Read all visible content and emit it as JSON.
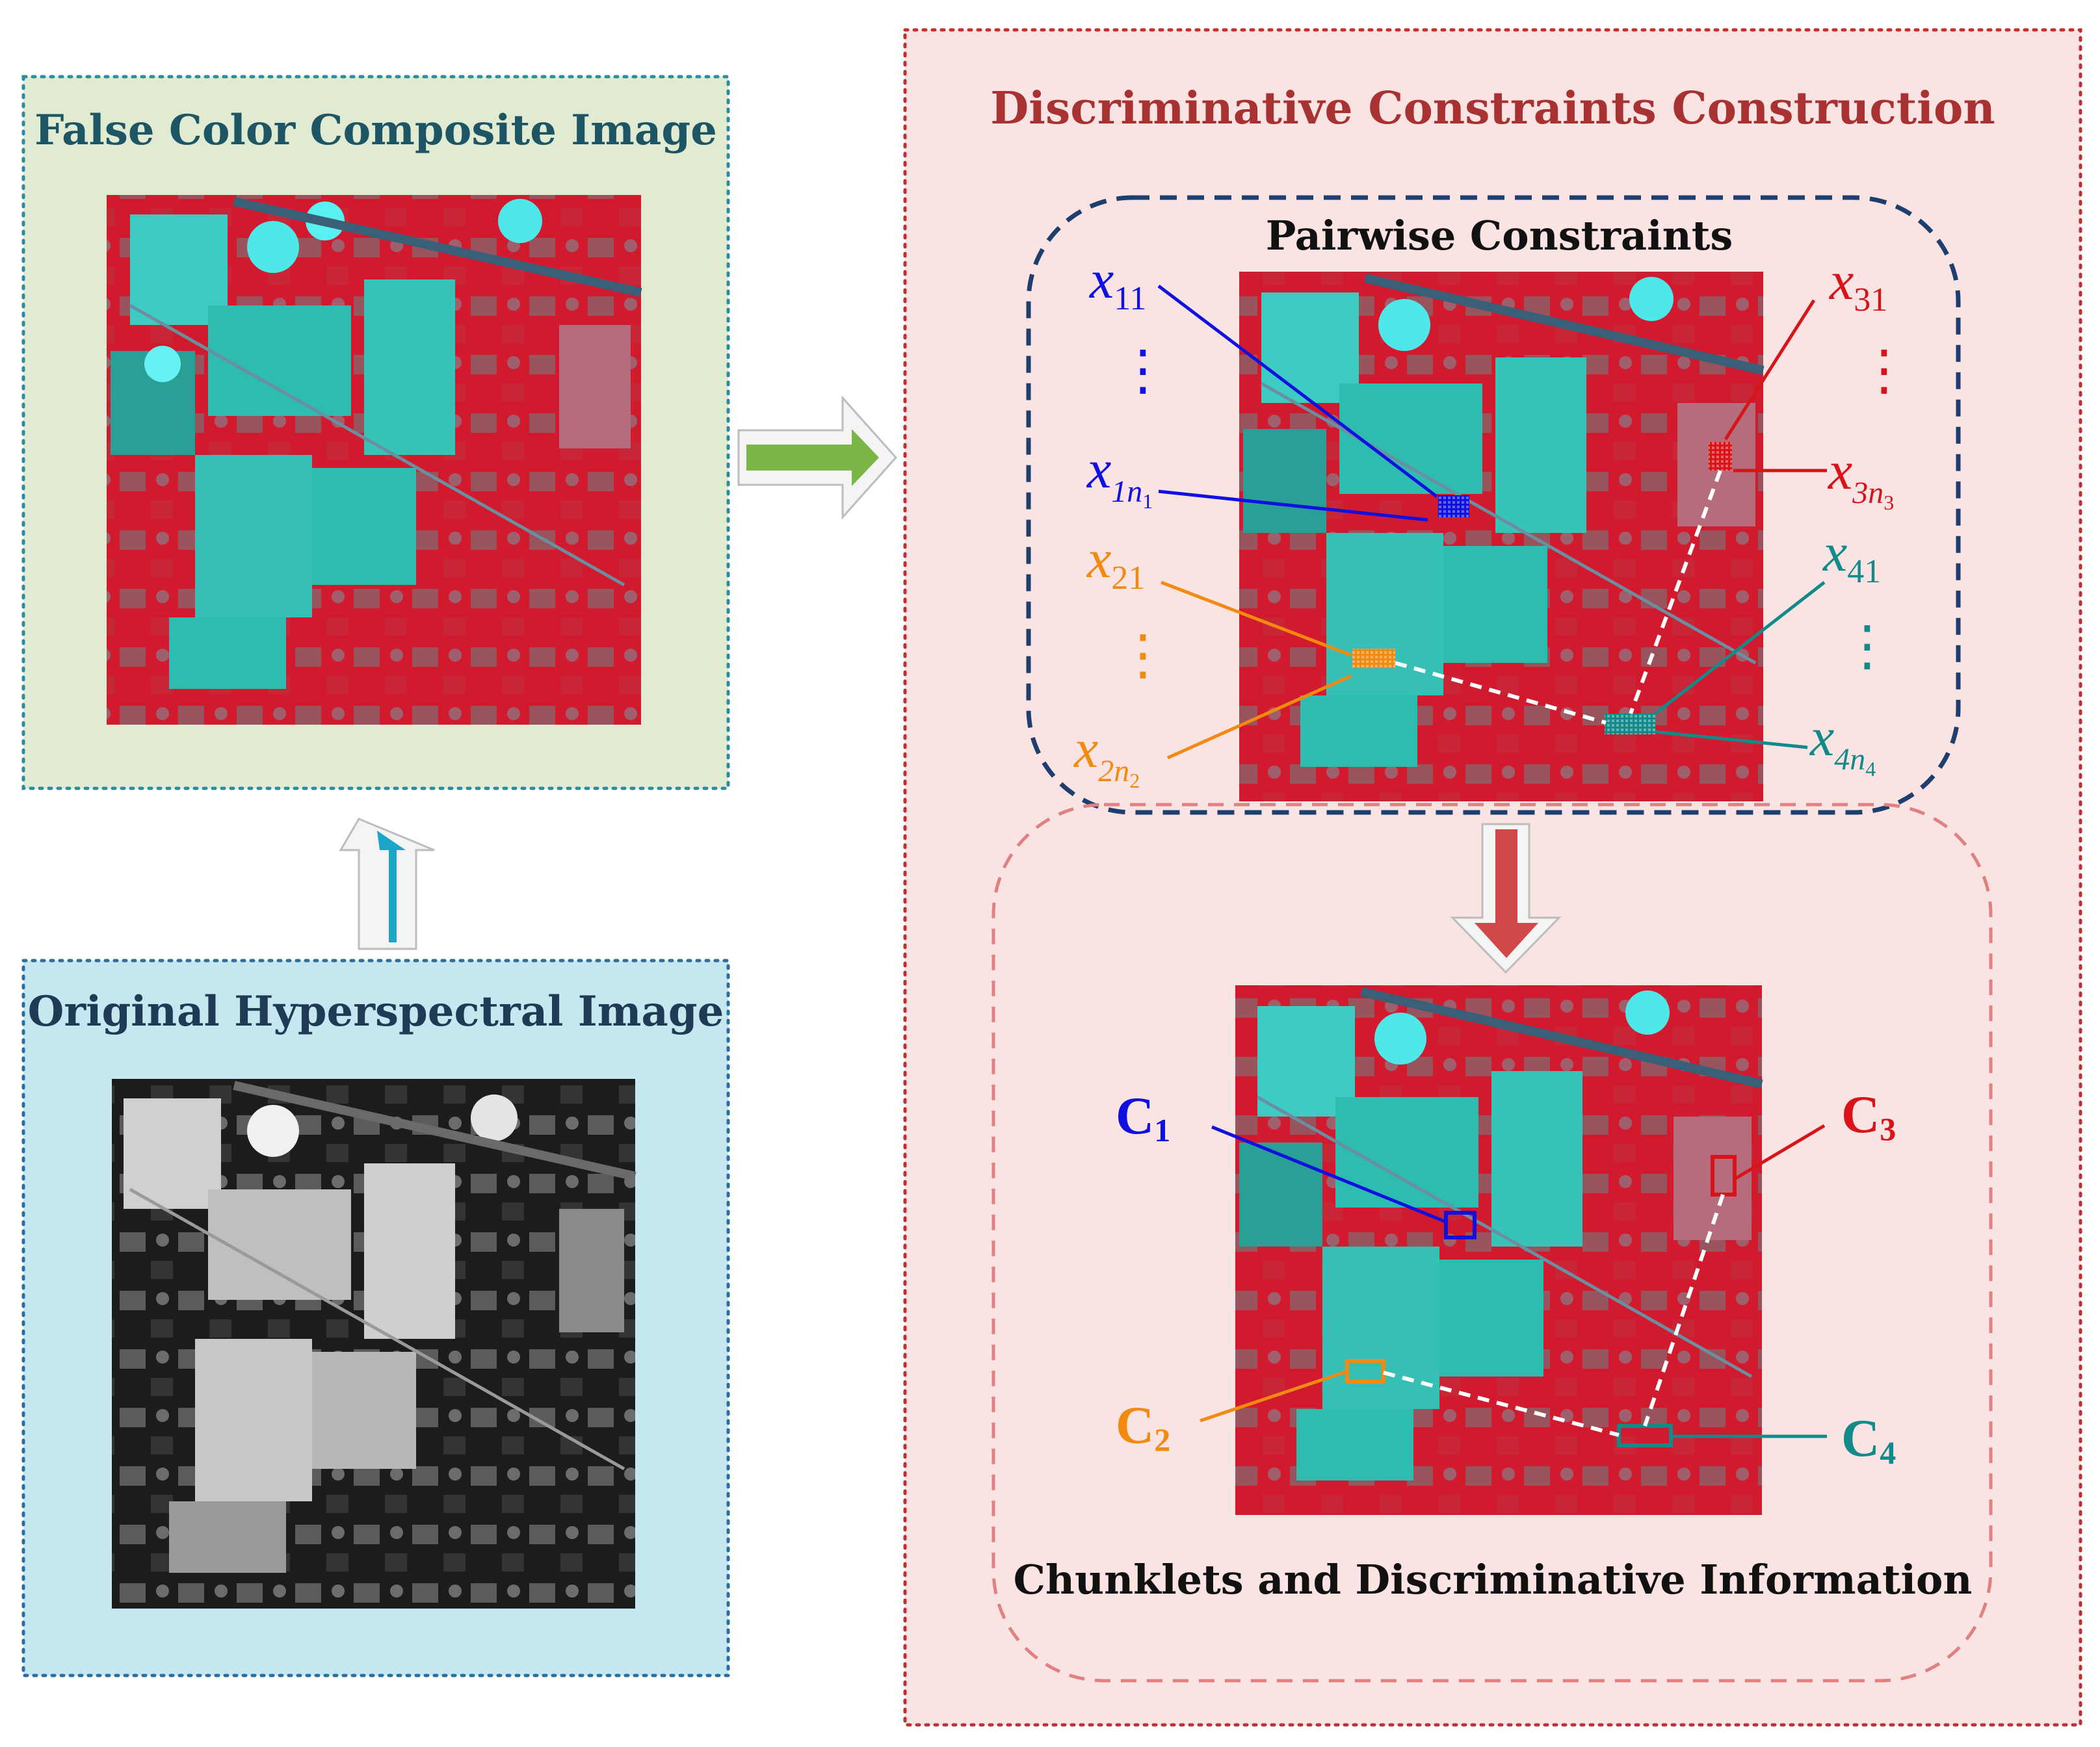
{
  "panels": {
    "false_color": {
      "title": "False Color Composite Image"
    },
    "original": {
      "title": "Original Hyperspectral Image"
    },
    "construction": {
      "title": "Discriminative Constraints Construction",
      "pairwise_title": "Pairwise Constraints",
      "chunklets_title": "Chunklets and Discriminative Information"
    }
  },
  "labels": {
    "x11": {
      "base": "x",
      "sub": "11"
    },
    "x1n1": {
      "base": "x",
      "sub": "1n",
      "subsub": "1"
    },
    "x21": {
      "base": "x",
      "sub": "21"
    },
    "x2n2": {
      "base": "x",
      "sub": "2n",
      "subsub": "2"
    },
    "x31": {
      "base": "x",
      "sub": "31"
    },
    "x3n3": {
      "base": "x",
      "sub": "3n",
      "subsub": "3"
    },
    "x41": {
      "base": "x",
      "sub": "41"
    },
    "x4n4": {
      "base": "x",
      "sub": "4n",
      "subsub": "4"
    },
    "vdots": "⋮",
    "c1": {
      "base": "C",
      "sub": "1"
    },
    "c2": {
      "base": "C",
      "sub": "2"
    },
    "c3": {
      "base": "C",
      "sub": "3"
    },
    "c4": {
      "base": "C",
      "sub": "4"
    }
  },
  "colors": {
    "class1": "#1010e0",
    "class2": "#f28a10",
    "class3": "#d81418",
    "class4": "#138a8a",
    "title_teal": "#1e5565",
    "title_red": "#a83232",
    "arrow_green": "#7ab648",
    "arrow_cyan": "#1aa6c8",
    "arrow_red": "#d04848",
    "panel_green": "#e1ebd2",
    "panel_blue": "#c5e7f0",
    "panel_pink": "#fae3e3"
  },
  "icons": {
    "right_arrow": "right-arrow-icon",
    "up_arrow": "up-arrow-icon",
    "down_arrow": "down-arrow-icon"
  }
}
